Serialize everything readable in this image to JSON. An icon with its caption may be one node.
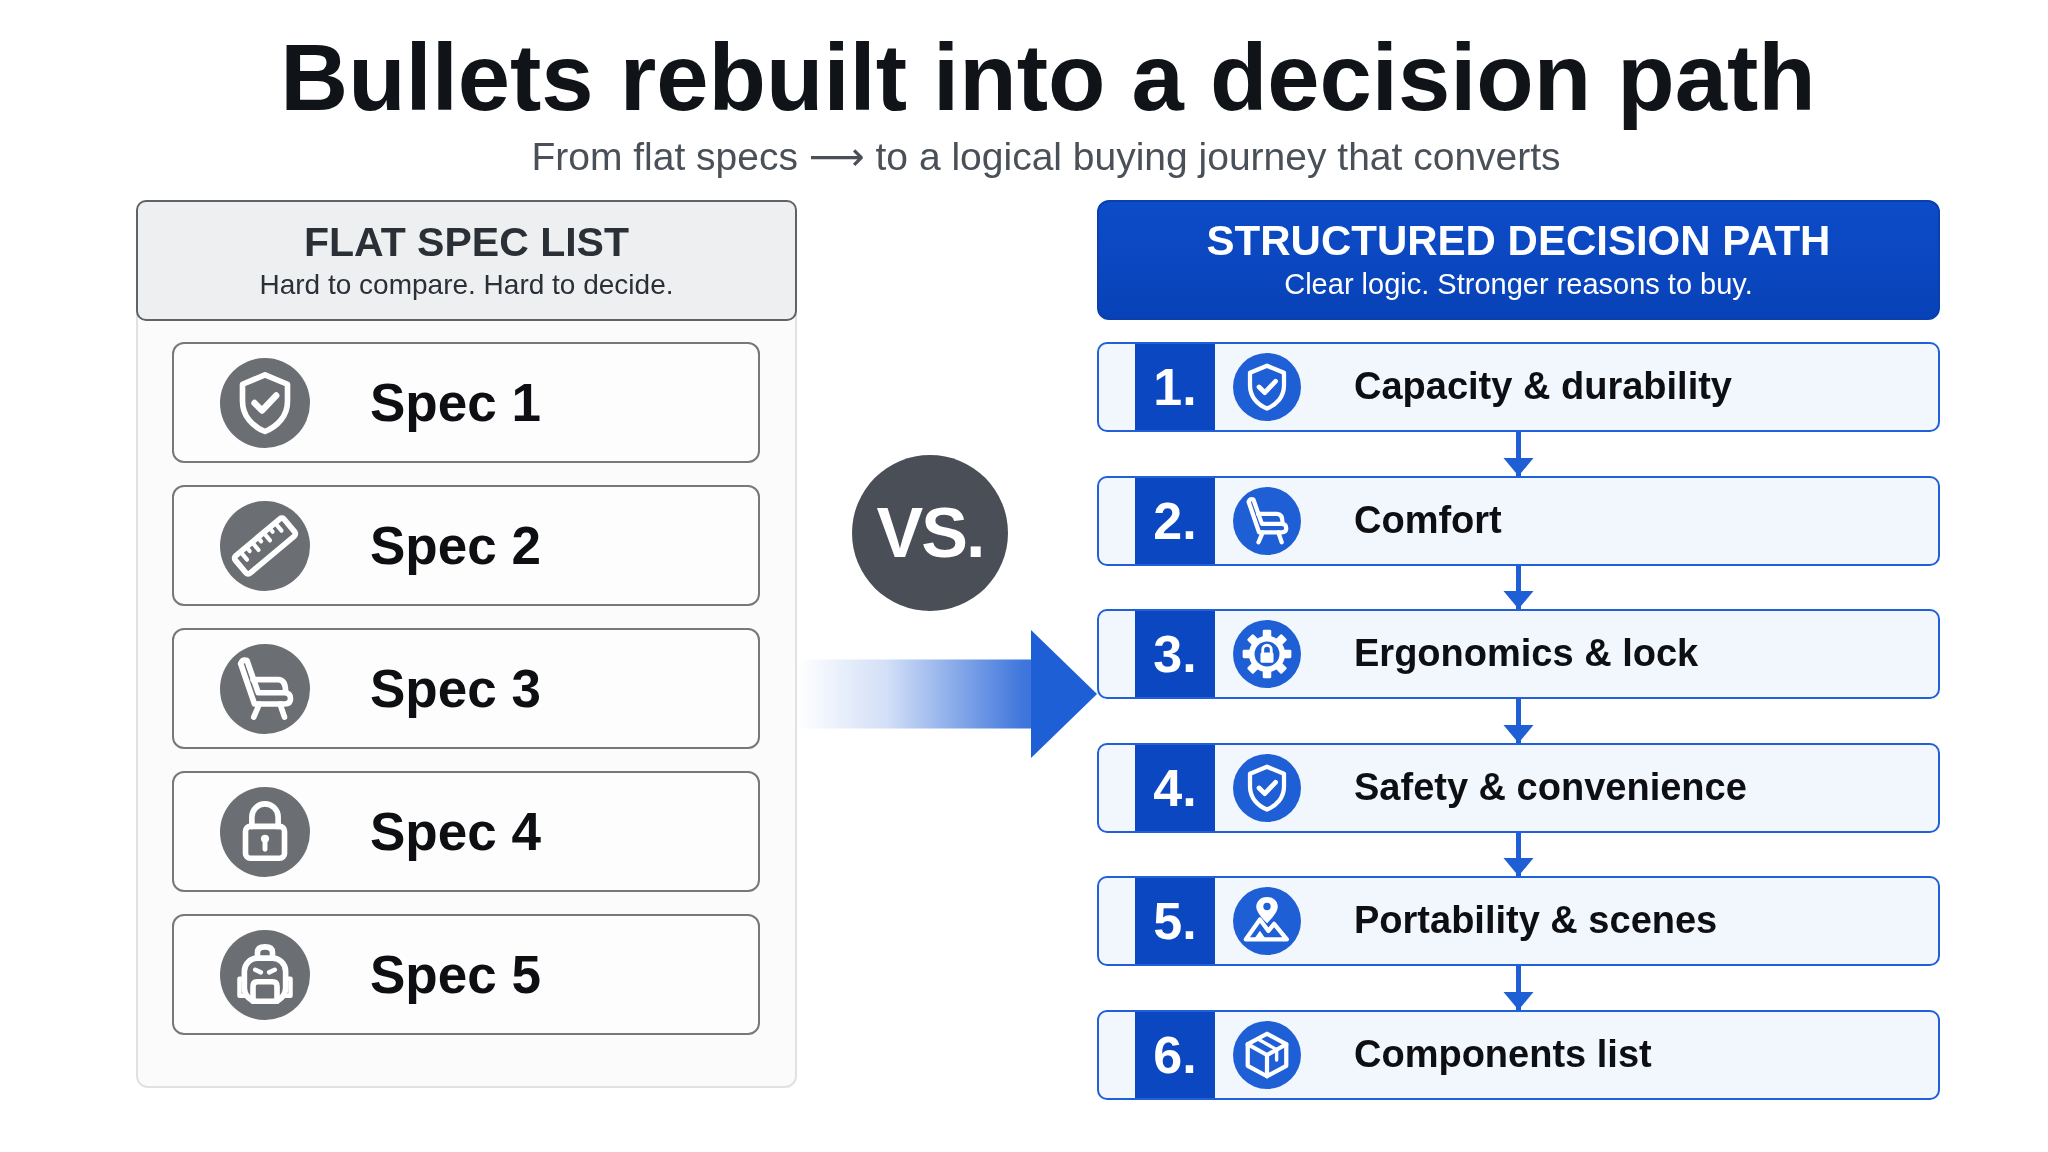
{
  "diagram": {
    "title": "Bullets rebuilt into a decision path",
    "nodes": [
      {
        "text": [
          "FLAT SPEC LIST",
          "Hard to compare. Hard to decide."
        ]
      },
      {
        "text": [
          "Spec 1"
        ],
        "in": 0
      },
      {
        "text": [
          "Spec 2"
        ],
        "in": 0
      },
      {
        "text": [
          "Spec 3"
        ],
        "in": 0
      },
      {
        "text": [
          "Spec 4"
        ],
        "in": 0
      },
      {
        "text": [
          "Spec 5"
        ],
        "in": 0
      },
      {
        "text": [
          "VS."
        ]
      },
      {
        "text": [
          "STRUCTURED DECISION PATH",
          "Clear logic. Stronger reasons to buy."
        ]
      },
      {
        "text": [
          "1.",
          "Capacity & durability"
        ]
      },
      {
        "text": [
          "2.",
          "Comfort"
        ]
      },
      {
        "text": [
          "3.",
          "Ergonomics & lock"
        ]
      },
      {
        "text": [
          "4.",
          "Safety & convenience"
        ]
      },
      {
        "text": [
          "5.",
          "Portability & scenes"
        ]
      },
      {
        "text": [
          "6.",
          "Components list"
        ]
      }
    ],
    "edges": [
      {
        "from": 0,
        "to": 10,
        "arrow": "to",
        "style": "thick"
      },
      {
        "from": 8,
        "to": 9,
        "arrow": "to"
      },
      {
        "from": 9,
        "to": 10,
        "arrow": "to"
      },
      {
        "from": 10,
        "to": 11,
        "arrow": "to"
      },
      {
        "from": 11,
        "to": 12,
        "arrow": "to"
      },
      {
        "from": 12,
        "to": 13,
        "arrow": "to"
      }
    ],
    "labels": [
      "From flat specs ⟶ to a logical buying journey that converts"
    ]
  }
}
